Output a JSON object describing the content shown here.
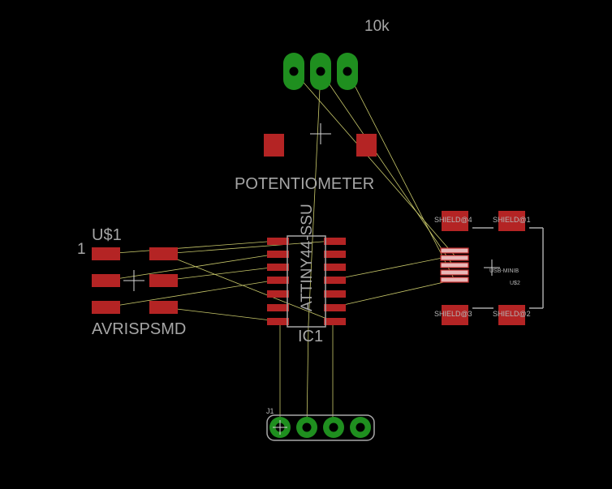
{
  "labels": {
    "pot_value": "10k",
    "pot_name": "POTENTIOMETER",
    "isp_name": "U$1",
    "isp_value": "AVRISPSMD",
    "isp_pin1": "1",
    "ic_name": "IC1",
    "ic_value": "ATTINY44-SSU",
    "j1_name": "J1",
    "usb_value": "USB-MINIB",
    "usb_name": "U$2",
    "shield4": "SHIELD@4",
    "shield1": "SHIELD@1",
    "shield3": "SHIELD@3",
    "shield2": "SHIELD@2"
  },
  "colors": {
    "background": "#000000",
    "smd_pad": "#b42424",
    "tht_pad": "#1f8f1f",
    "airwire": "#c8c86a",
    "silkscreen": "#a8a8a8"
  }
}
